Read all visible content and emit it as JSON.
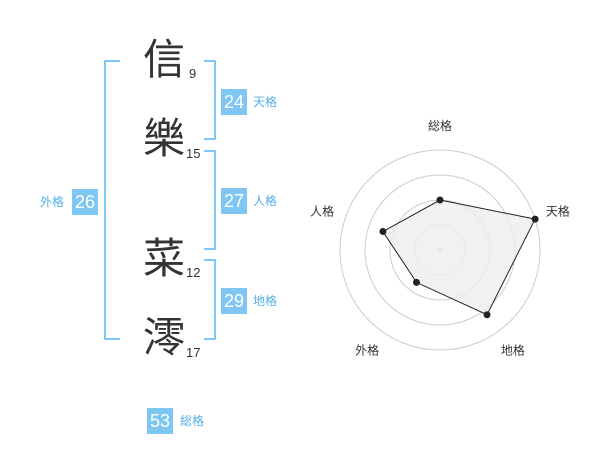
{
  "name": {
    "chars": [
      {
        "char": "信",
        "strokes": "9"
      },
      {
        "char": "樂",
        "strokes": "15"
      },
      {
        "char": "菜",
        "strokes": "12"
      },
      {
        "char": "澪",
        "strokes": "17"
      }
    ]
  },
  "scores": {
    "tenkaku": {
      "value": "24",
      "label": "天格"
    },
    "jinkaku": {
      "value": "27",
      "label": "人格"
    },
    "chikaku": {
      "value": "29",
      "label": "地格"
    },
    "gaikaku": {
      "value": "26",
      "label": "外格"
    },
    "soukaku": {
      "value": "53",
      "label": "総格"
    }
  },
  "chart_data": {
    "type": "radar",
    "axes": [
      "総格",
      "天格",
      "地格",
      "外格",
      "人格"
    ],
    "values": [
      0.5,
      1.0,
      0.8,
      0.4,
      0.6
    ],
    "range": [
      0,
      1
    ],
    "rings": 4,
    "colors": {
      "fill": "#eeeeee",
      "line": "#222222",
      "grid": "#cccccc"
    }
  }
}
